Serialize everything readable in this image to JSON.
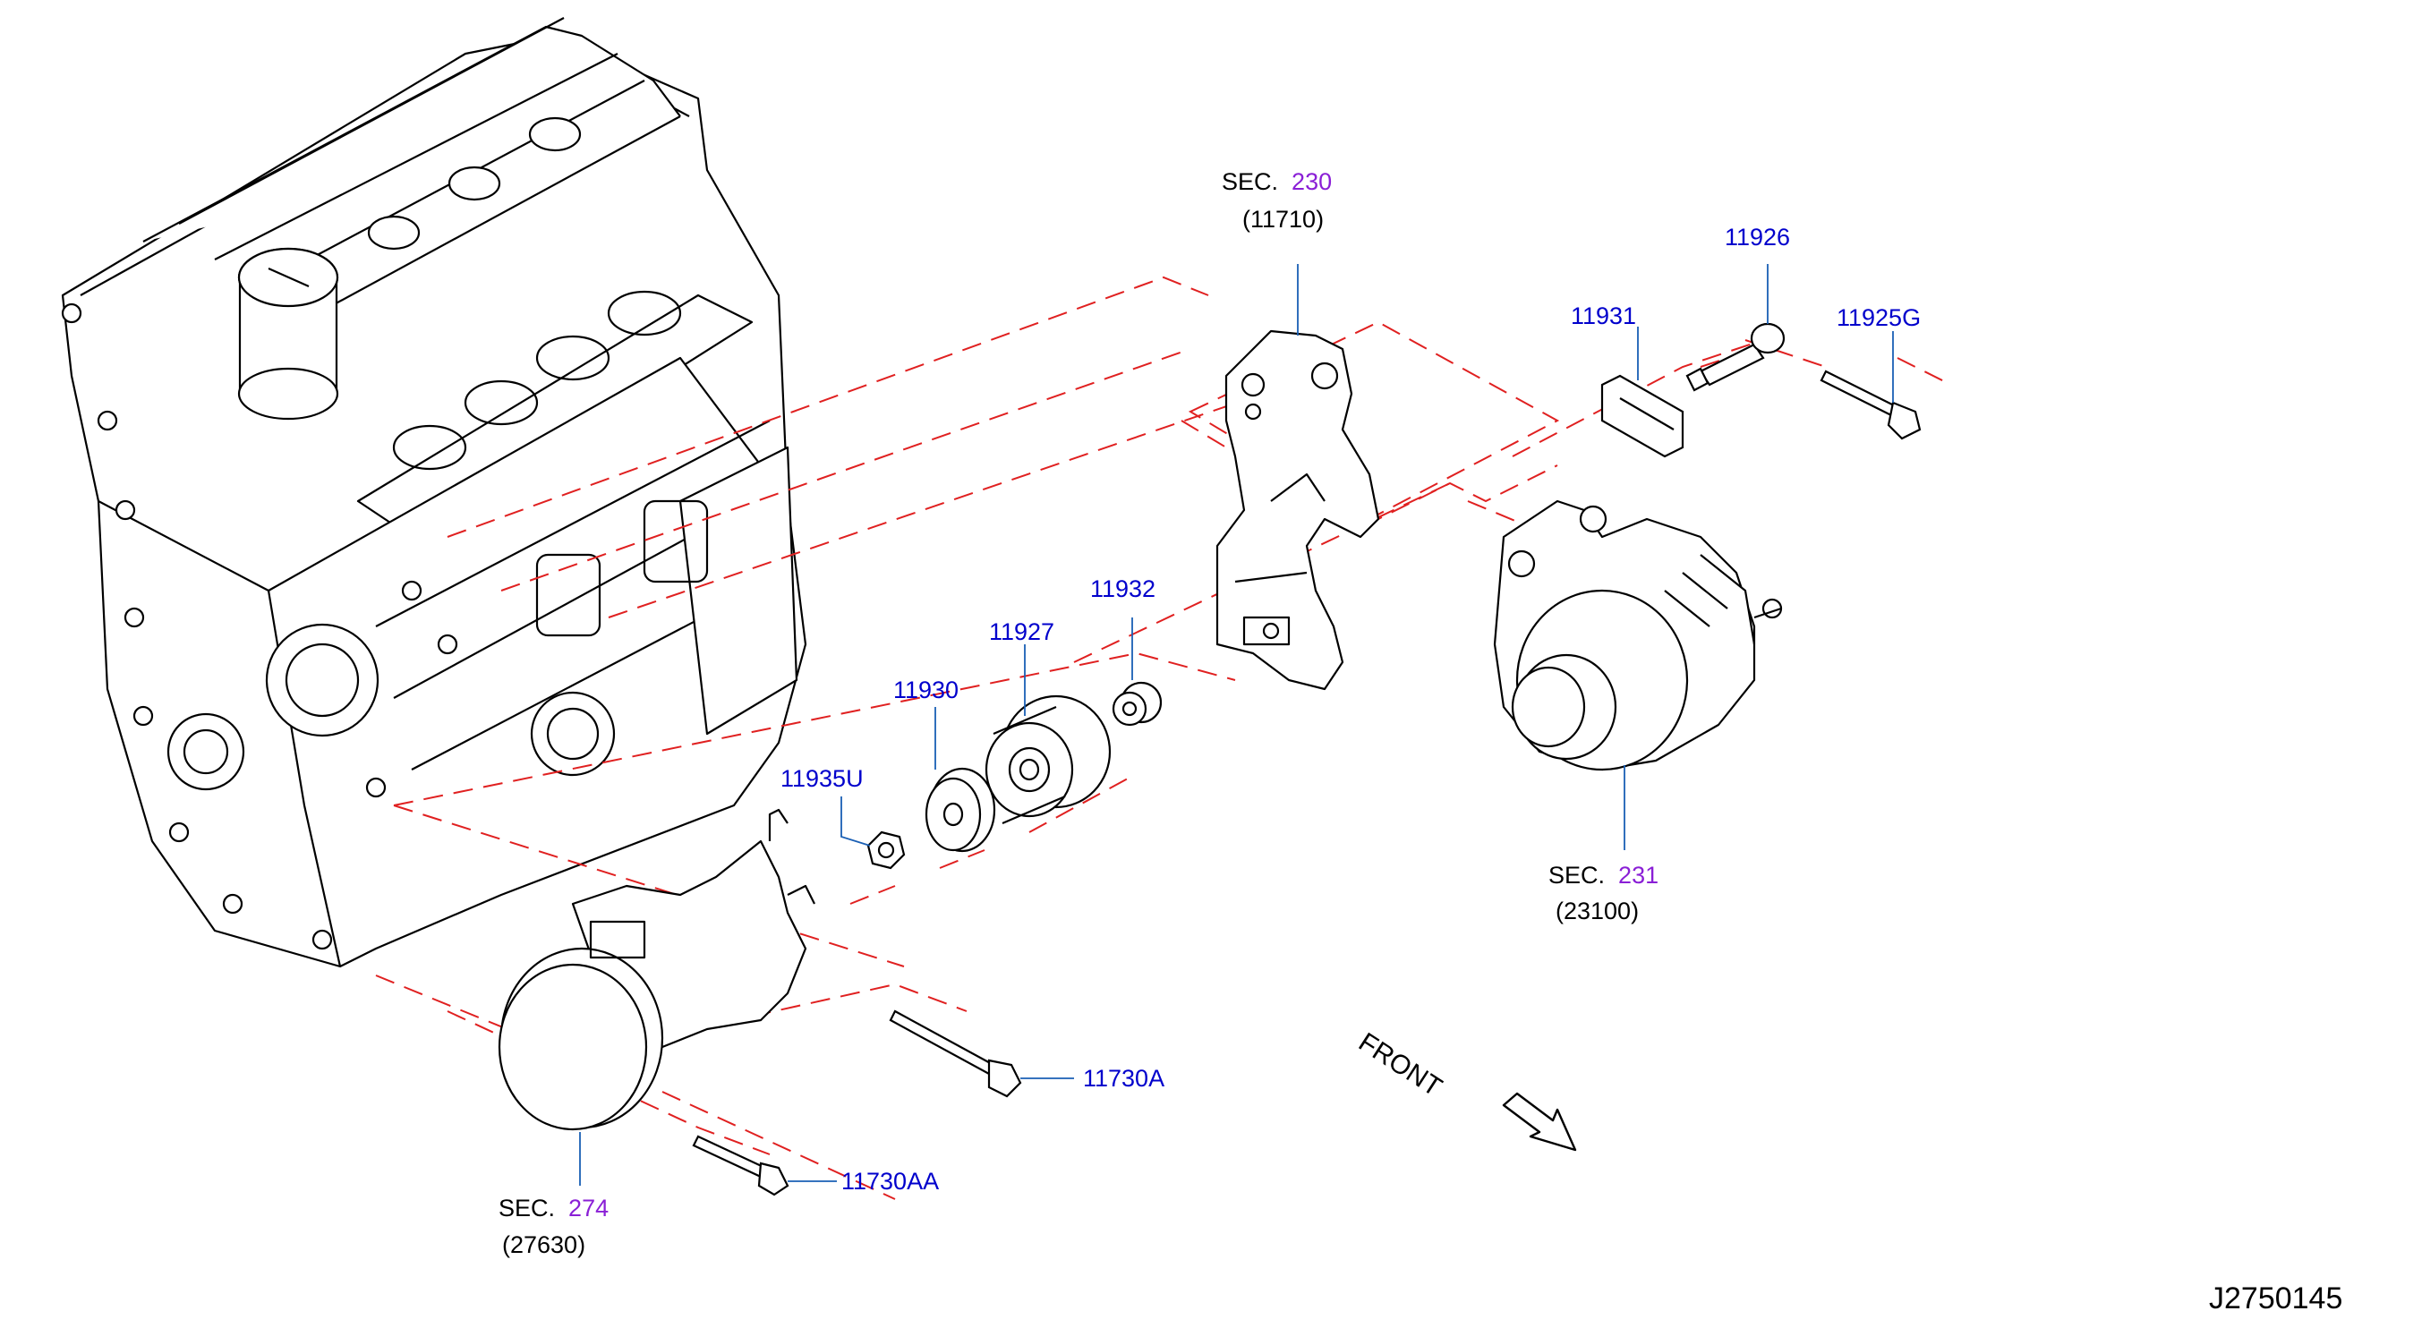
{
  "figure_id": "J2750145",
  "front_label": "FRONT",
  "colors": {
    "part_number": "#0000cc",
    "section_number": "#8a1fd6",
    "leader_line": "#1a5fb4",
    "dashed_line": "#e02020",
    "outline": "#000000"
  },
  "sections": [
    {
      "prefix": "SEC.",
      "number": "230",
      "ref": "(11710)"
    },
    {
      "prefix": "SEC.",
      "number": "231",
      "ref": "(23100)"
    },
    {
      "prefix": "SEC.",
      "number": "274",
      "ref": "(27630)"
    }
  ],
  "parts": [
    {
      "number": "11926"
    },
    {
      "number": "11931"
    },
    {
      "number": "11925G"
    },
    {
      "number": "11932"
    },
    {
      "number": "11927"
    },
    {
      "number": "11930"
    },
    {
      "number": "11935U"
    },
    {
      "number": "11730A"
    },
    {
      "number": "11730AA"
    }
  ]
}
